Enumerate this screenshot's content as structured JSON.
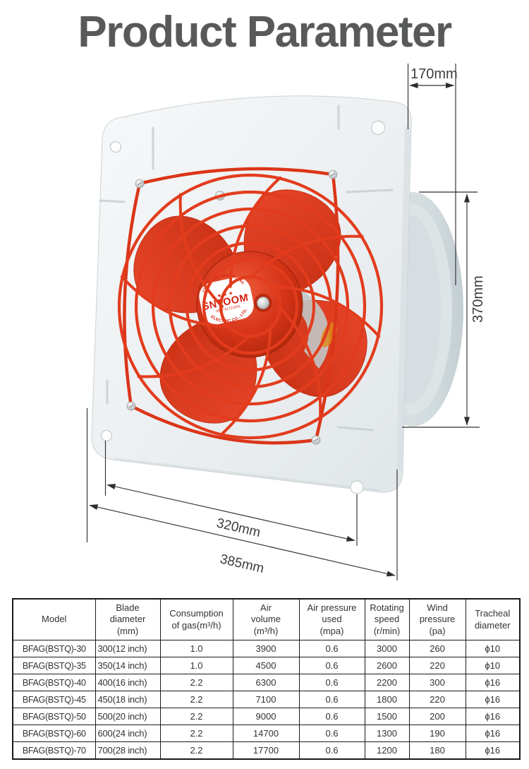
{
  "title": "Product Parameter",
  "colors": {
    "title_gray": "#58595b",
    "fan_red": "#e23c1d",
    "plate_gray": "#eceff1",
    "dim_line": "#2e2e2e",
    "table_border": "#1a1a1a"
  },
  "diagram": {
    "dims": {
      "top_width": "170mm",
      "side_height": "370mm",
      "hole_spacing": "320mm",
      "overall_width": "385mm"
    },
    "badge": {
      "arc_top": "ZHEJIANG SHUNTONG",
      "stars": "★ ★ ★",
      "brand": "SNTOOM",
      "registered": "®",
      "phone": "0577-61721053",
      "arc_bottom": "ELECTRIC CO., LTD."
    }
  },
  "table": {
    "headers": [
      "Model",
      "Blade\ndiameter\n(mm)",
      "Consumption\nof gas(m³/h)",
      "Air\nvolume\n(m³/h)",
      "Air pressure\nused\n(mpa)",
      "Rotating\nspeed\n(r/min)",
      "Wind\npressure\n(pa)",
      "Tracheal\ndiameter"
    ],
    "rows": [
      [
        "BFAG(BSTQ)-30",
        "300(12 inch)",
        "1.0",
        "3900",
        "0.6",
        "3000",
        "260",
        "ϕ10"
      ],
      [
        "BFAG(BSTQ)-35",
        "350(14 inch)",
        "1.0",
        "4500",
        "0.6",
        "2600",
        "220",
        "ϕ10"
      ],
      [
        "BFAG(BSTQ)-40",
        "400(16 inch)",
        "2.2",
        "6300",
        "0.6",
        "2200",
        "300",
        "ϕ16"
      ],
      [
        "BFAG(BSTQ)-45",
        "450(18 inch)",
        "2.2",
        "7100",
        "0.6",
        "1800",
        "220",
        "ϕ16"
      ],
      [
        "BFAG(BSTQ)-50",
        "500(20 inch)",
        "2.2",
        "9000",
        "0.6",
        "1500",
        "200",
        "ϕ16"
      ],
      [
        "BFAG(BSTQ)-60",
        "600(24 inch)",
        "2.2",
        "14700",
        "0.6",
        "1300",
        "190",
        "ϕ16"
      ],
      [
        "BFAG(BSTQ)-70",
        "700(28 inch)",
        "2.2",
        "17700",
        "0.6",
        "1200",
        "180",
        "ϕ16"
      ]
    ]
  }
}
